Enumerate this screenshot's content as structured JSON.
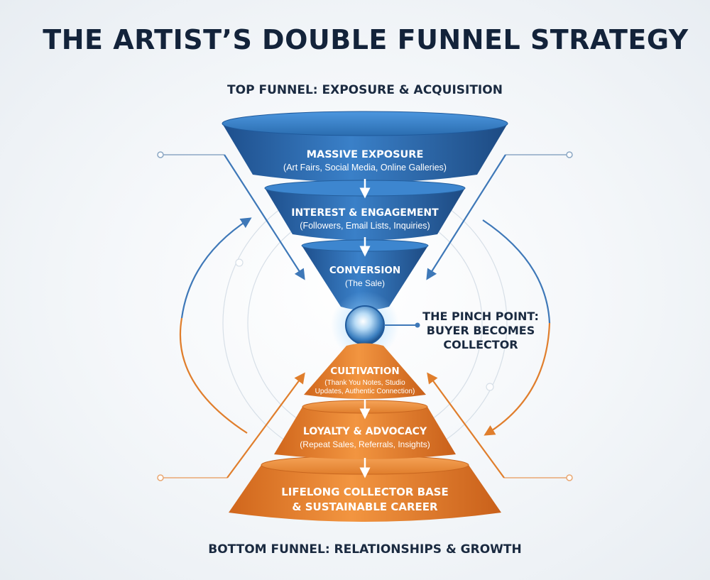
{
  "title": "THE ARTIST’S DOUBLE FUNNEL STRATEGY",
  "top_funnel": {
    "heading": "TOP FUNNEL: EXPOSURE & ACQUISITION",
    "stages": [
      {
        "title": "MASSIVE EXPOSURE",
        "detail": "(Art Fairs, Social Media, Online Galleries)"
      },
      {
        "title": "INTEREST & ENGAGEMENT",
        "detail": "(Followers, Email Lists, Inquiries)"
      },
      {
        "title": "CONVERSION",
        "detail": "(The Sale)"
      }
    ]
  },
  "pinch_point": {
    "line1": "THE PINCH POINT:",
    "line2": "BUYER BECOMES",
    "line3": "COLLECTOR"
  },
  "bottom_funnel": {
    "heading": "BOTTOM FUNNEL: RELATIONSHIPS & GROWTH",
    "stages": [
      {
        "title": "CULTIVATION",
        "detail_lines": [
          "(Thank You Notes, Studio",
          "Updates, Authentic Connection)"
        ]
      },
      {
        "title": "LOYALTY & ADVOCACY",
        "detail_lines": [
          "(Repeat Sales, Referrals, Insights)"
        ]
      },
      {
        "title_lines": [
          "LIFELONG COLLECTOR BASE",
          "& SUSTAINABLE CAREER"
        ]
      }
    ]
  },
  "colors": {
    "top_blue": "#2f6fb3",
    "top_blue_dark": "#1f4f88",
    "bottom_orange": "#e8822e",
    "bottom_orange_dark": "#c5611a",
    "text_dark": "#13233a"
  }
}
